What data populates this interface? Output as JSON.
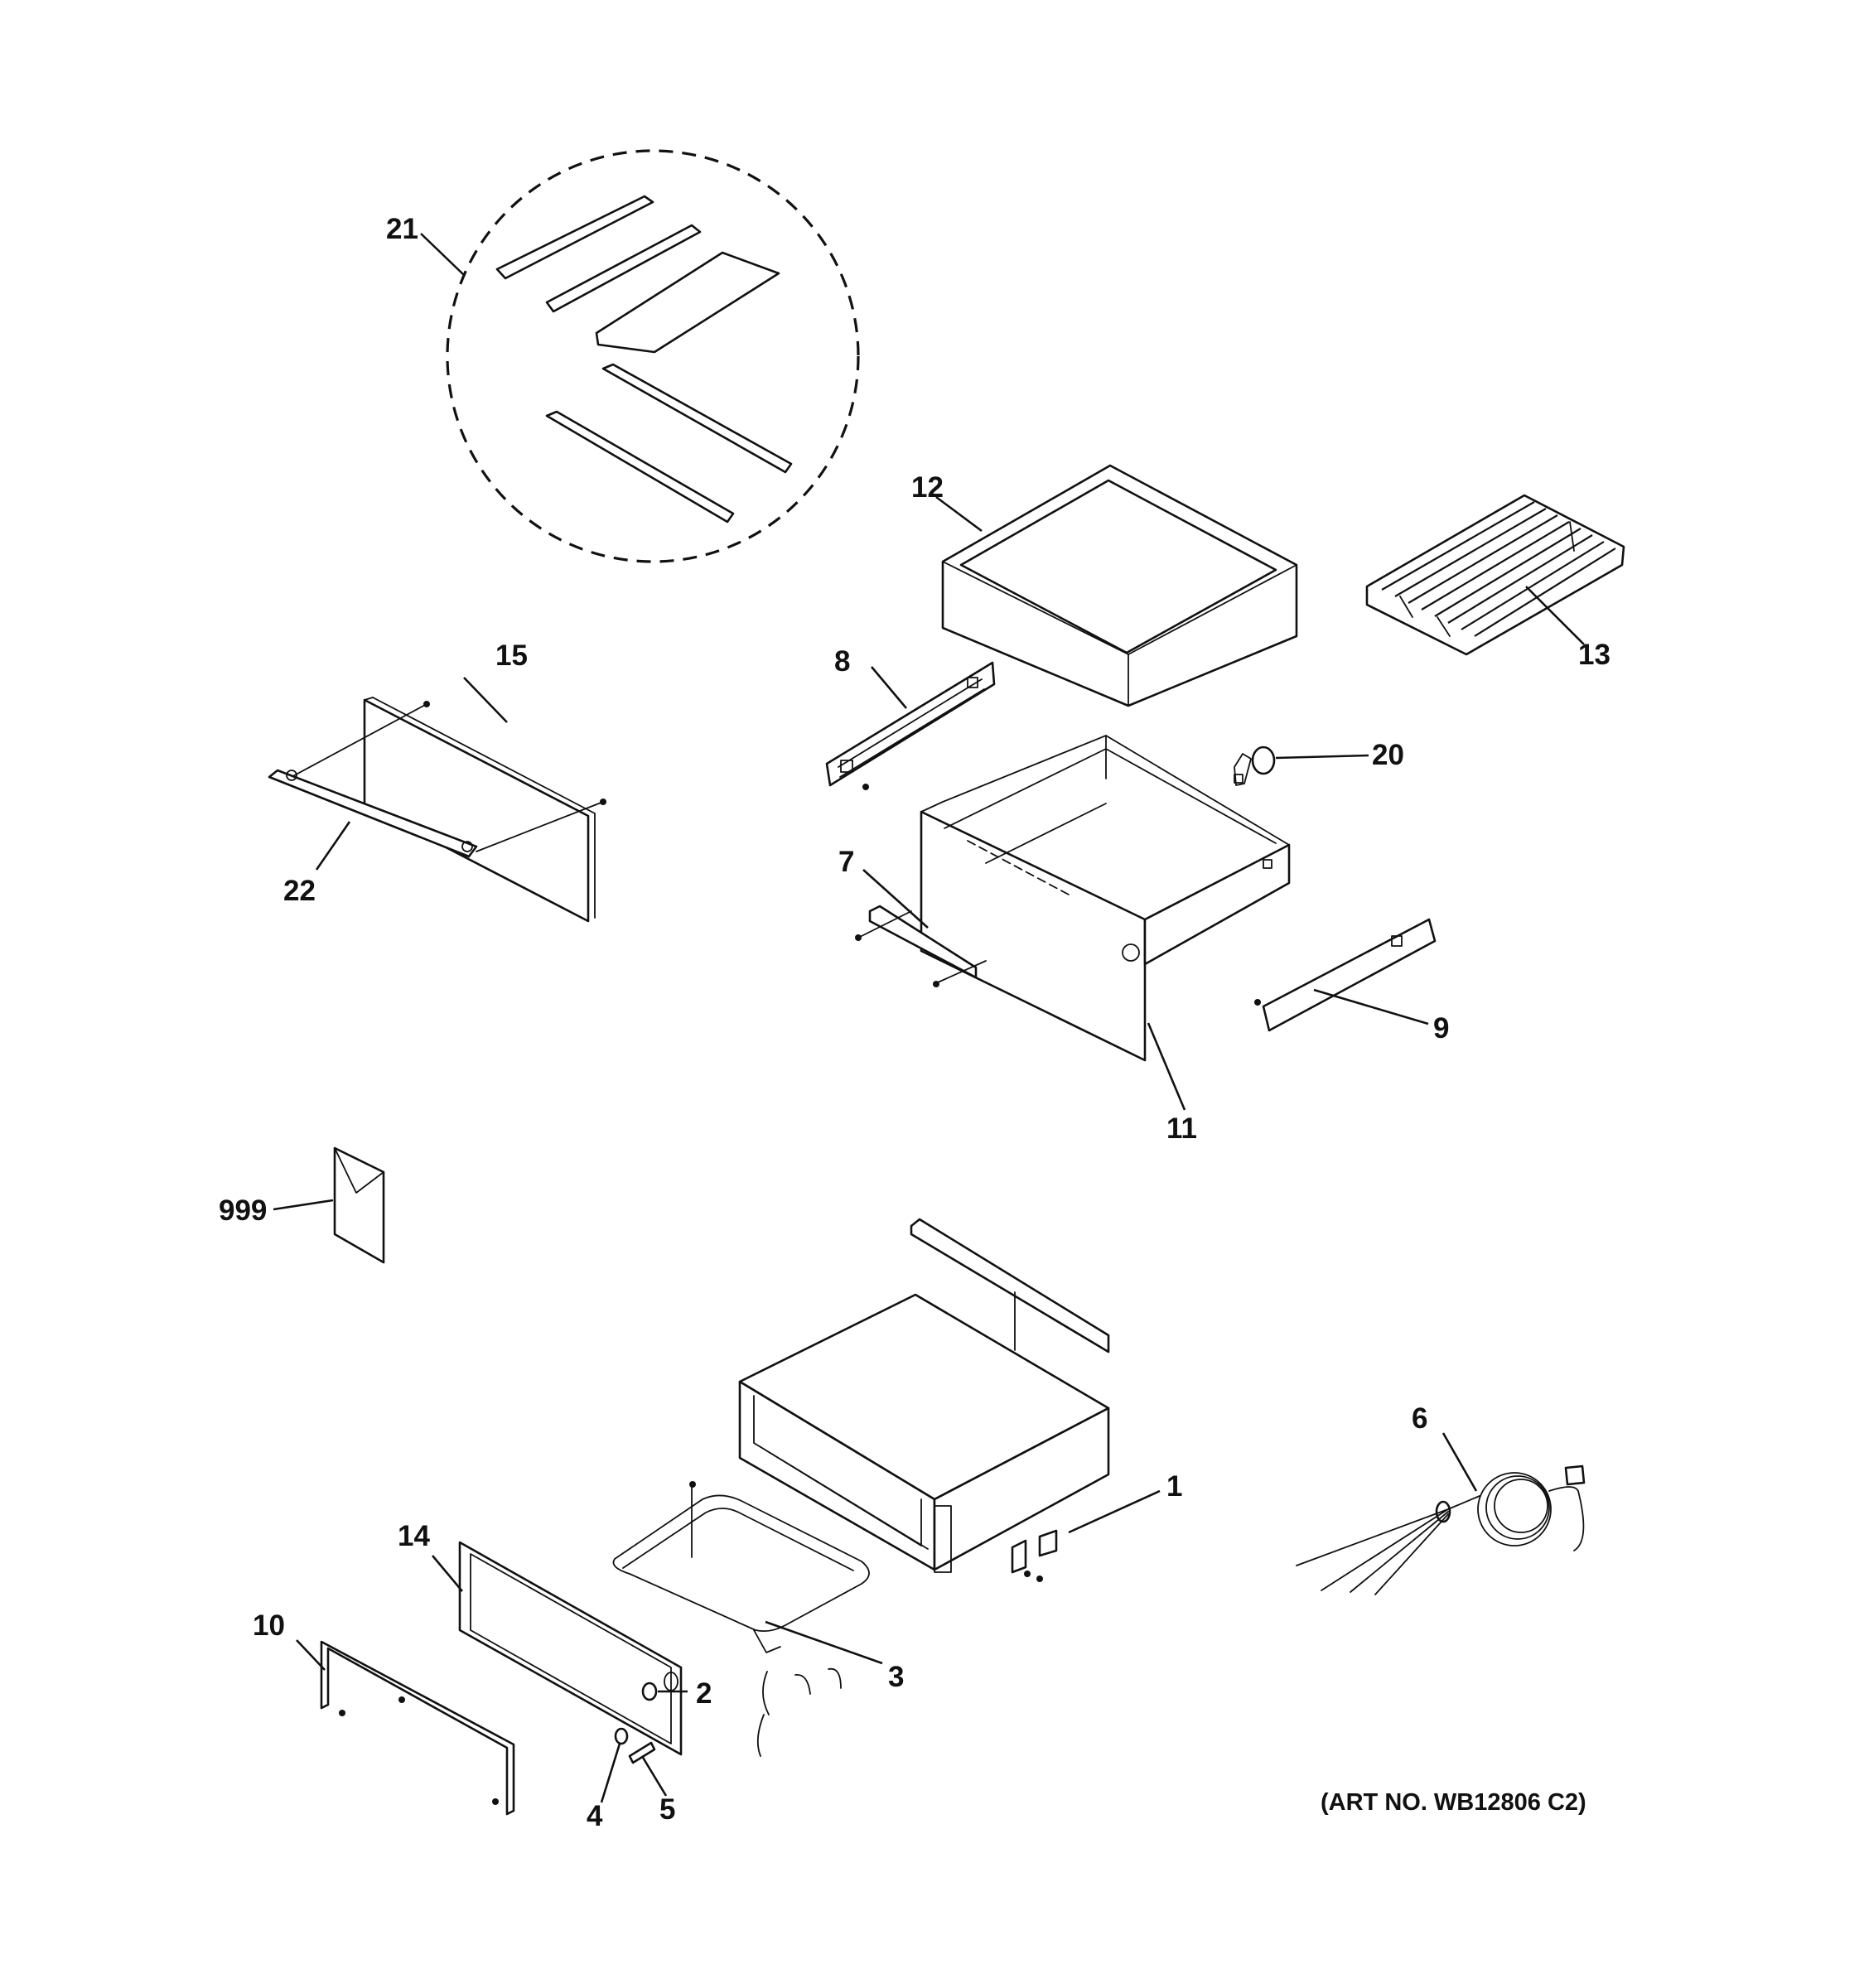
{
  "callouts": {
    "c21": "21",
    "c12": "12",
    "c13": "13",
    "c15": "15",
    "c8": "8",
    "c20": "20",
    "c22": "22",
    "c7": "7",
    "c9": "9",
    "c11": "11",
    "c999": "999",
    "c6": "6",
    "c1": "1",
    "c14": "14",
    "c10": "10",
    "c2": "2",
    "c3": "3",
    "c4": "4",
    "c5": "5"
  },
  "art_number": "(ART NO. WB12806 C2)"
}
